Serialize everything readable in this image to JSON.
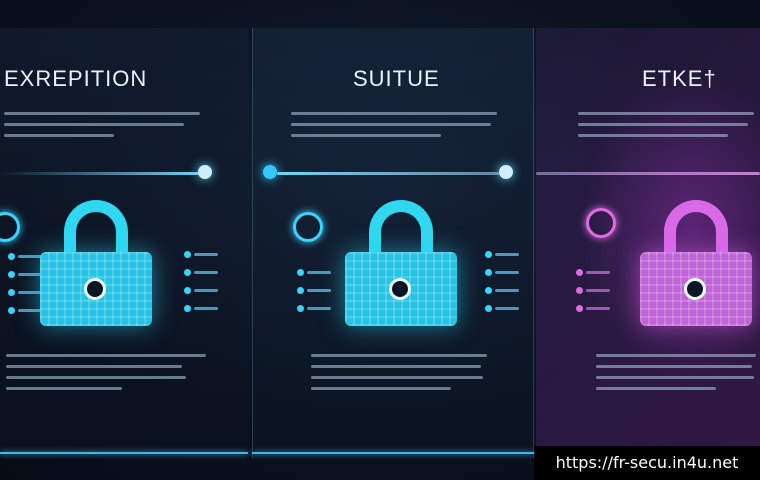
{
  "panels": [
    {
      "title": "EXREPITION"
    },
    {
      "title": "SUITUE"
    },
    {
      "title": "ETKE†"
    }
  ],
  "watermark": {
    "url": "https://fr-secu.in4u.net"
  },
  "colors": {
    "cyan": "#2fd8f0",
    "pink": "#d86ae8",
    "background": "#0b1220"
  },
  "icons": [
    "padlock-icon",
    "padlock-icon",
    "padlock-icon"
  ]
}
